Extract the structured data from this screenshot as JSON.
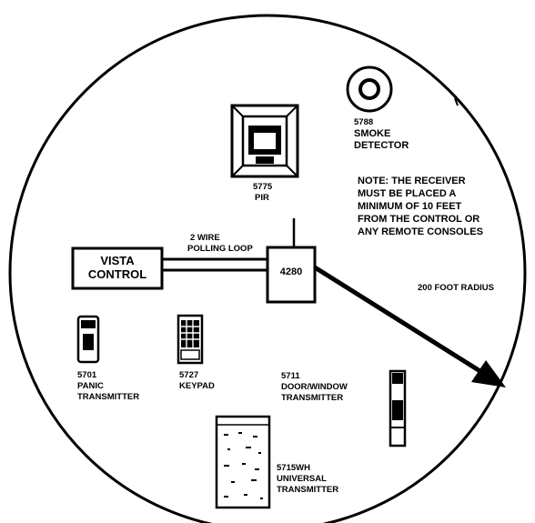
{
  "colors": {
    "ink": "#000000",
    "paper": "#ffffff"
  },
  "smoke_detector": {
    "model": "5788",
    "line1": "SMOKE",
    "line2": "DETECTOR"
  },
  "pir": {
    "model": "5775",
    "line1": "PIR"
  },
  "note": {
    "line1": "NOTE: THE RECEIVER",
    "line2": "MUST BE PLACED A",
    "line3": "MINIMUM OF 10 FEET",
    "line4": "FROM THE CONTROL OR",
    "line5": "ANY REMOTE CONSOLES"
  },
  "vista_control": {
    "line1": "VISTA",
    "line2": "CONTROL"
  },
  "polling_loop": {
    "line1": "2 WIRE",
    "line2": "POLLING LOOP"
  },
  "receiver": {
    "model": "4280"
  },
  "radius": {
    "label": "200 FOOT RADIUS"
  },
  "panic": {
    "model": "5701",
    "line1": "PANIC",
    "line2": "TRANSMITTER"
  },
  "keypad": {
    "model": "5727",
    "line1": "KEYPAD"
  },
  "door_window": {
    "model": "5711",
    "line1": "DOOR/WINDOW",
    "line2": "TRANSMITTER"
  },
  "universal": {
    "model": "5715WH",
    "line1": "UNIVERSAL",
    "line2": "TRANSMITTER"
  }
}
